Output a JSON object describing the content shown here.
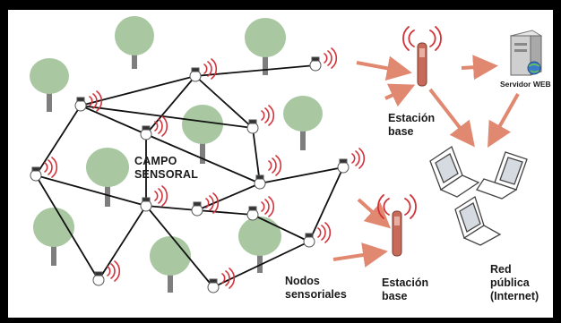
{
  "field_label": [
    "CAMPO",
    "SENSORAL"
  ],
  "sensor_nodes_label": [
    "Nodos",
    "sensoriales"
  ],
  "base_station_top_label": [
    "Estación",
    "base"
  ],
  "base_station_bottom_label": [
    "Estación",
    "base"
  ],
  "server_label": "Servidor WEB",
  "public_network_label": [
    "Red",
    "pública",
    "(Internet)"
  ],
  "colors": {
    "frame": "#000000",
    "background": "#ffffff",
    "tree_crown": "#a9c8a2",
    "tree_trunk": "#7e7e7e",
    "link": "#111111",
    "arrow": "#e08870",
    "signal": "#d2323a",
    "base_station": "#c86a5a"
  }
}
